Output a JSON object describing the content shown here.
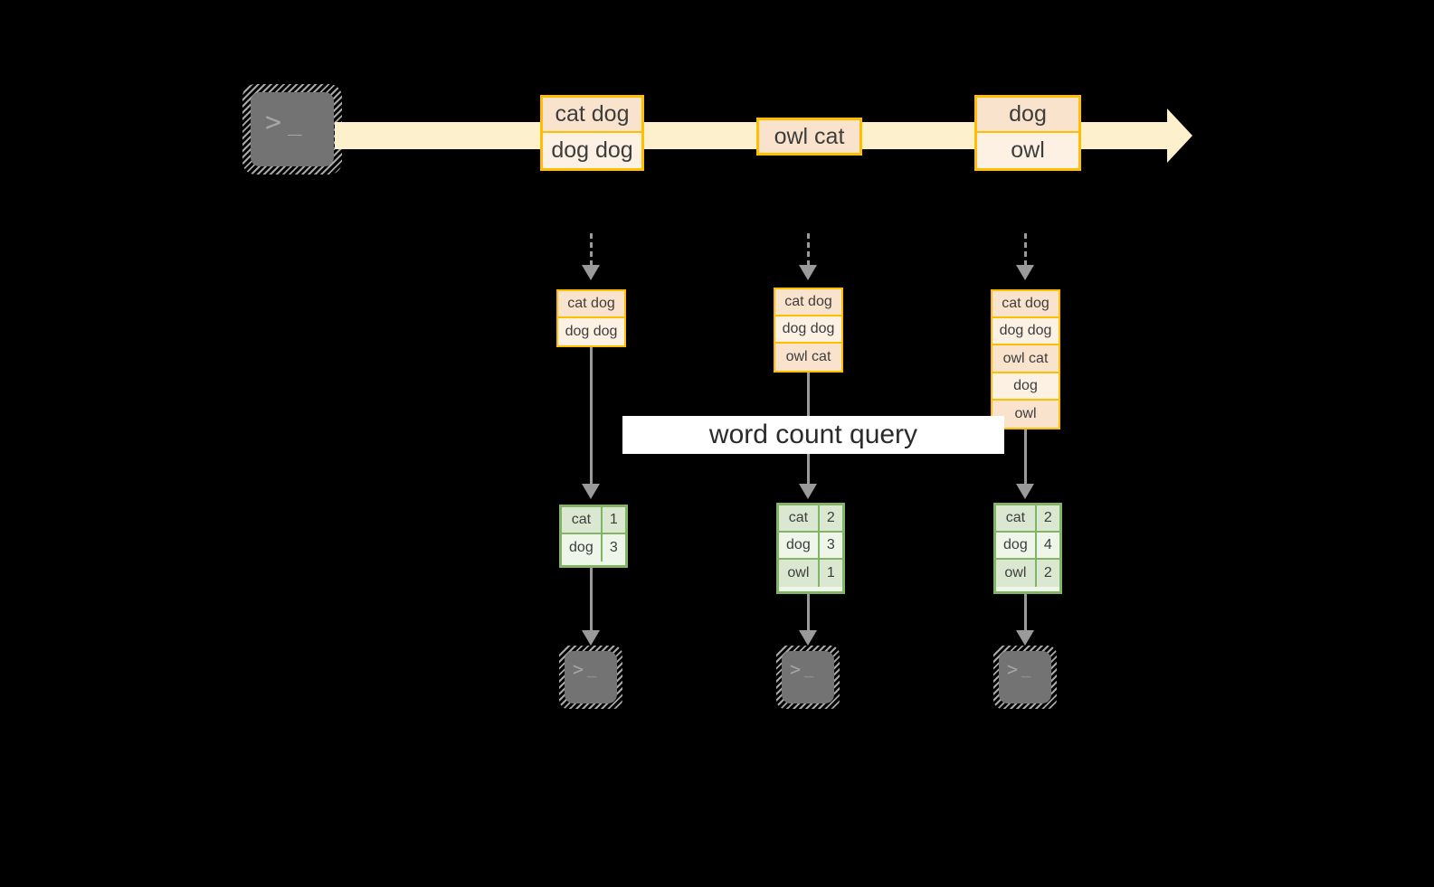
{
  "diagram": {
    "source": {
      "icon": "terminal-icon",
      "glyph_prompt": ">",
      "glyph_cursor": "_"
    },
    "stream": {
      "records": [
        {
          "lines": [
            "cat dog",
            "dog dog"
          ]
        },
        {
          "lines": [
            "owl cat"
          ]
        },
        {
          "lines": [
            "dog",
            "owl"
          ]
        }
      ]
    },
    "query_label": "word count query",
    "snapshots": [
      {
        "lines": [
          "cat dog",
          "dog dog"
        ]
      },
      {
        "lines": [
          "cat dog",
          "dog dog",
          "owl cat"
        ]
      },
      {
        "lines": [
          "cat dog",
          "dog dog",
          "owl cat",
          "dog",
          "owl"
        ]
      }
    ],
    "results": [
      {
        "rows": [
          {
            "word": "cat",
            "count": "1"
          },
          {
            "word": "dog",
            "count": "3"
          }
        ]
      },
      {
        "rows": [
          {
            "word": "cat",
            "count": "2"
          },
          {
            "word": "dog",
            "count": "3"
          },
          {
            "word": "owl",
            "count": "1"
          }
        ]
      },
      {
        "rows": [
          {
            "word": "cat",
            "count": "2"
          },
          {
            "word": "dog",
            "count": "4"
          },
          {
            "word": "owl",
            "count": "2"
          }
        ]
      }
    ],
    "sinks": [
      {
        "icon": "terminal-icon",
        "glyph_prompt": ">",
        "glyph_cursor": "_"
      },
      {
        "icon": "terminal-icon",
        "glyph_prompt": ">",
        "glyph_cursor": "_"
      },
      {
        "icon": "terminal-icon",
        "glyph_prompt": ">",
        "glyph_cursor": "_"
      }
    ],
    "colors": {
      "background": "#000000",
      "stream_band": "#fdf0cc",
      "record_border": "#ffbf00",
      "record_fill_light": "#fdf1e3",
      "record_fill_dark": "#fae3cd",
      "result_border": "#82b366",
      "result_fill_light": "#eef6e9",
      "result_fill_dark": "#dbe8d1",
      "connector": "#9a9a9a",
      "terminal_body": "#737373",
      "label_bg": "#ffffff"
    }
  }
}
